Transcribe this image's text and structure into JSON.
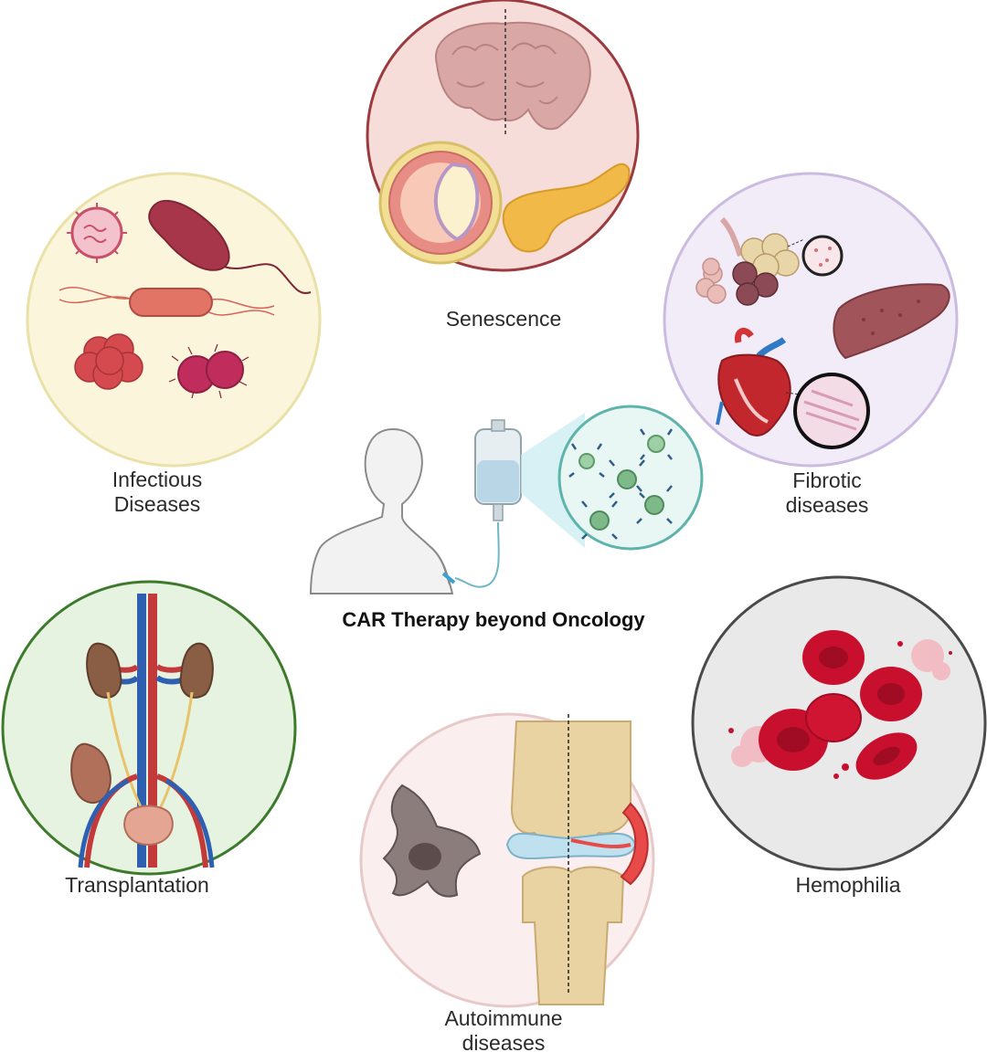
{
  "title": "CAR Therapy beyond Oncology",
  "panels": {
    "senescence": {
      "label": "Senescence",
      "fill": "#f6ddd9",
      "border": "#9b3a3f"
    },
    "infectious": {
      "line1": "Infectious",
      "line2": "Diseases",
      "fill": "#fbf5dc",
      "border": "#e9e1a8"
    },
    "fibrotic": {
      "line1": "Fibrotic",
      "line2": "diseases",
      "fill": "#f1ecf8",
      "border": "#cbbbe0"
    },
    "transplantation": {
      "label": "Transplantation",
      "fill": "#e6f3e0",
      "border": "#3e7a2c"
    },
    "hemophilia": {
      "label": "Hemophilia",
      "fill": "#e9e9e9",
      "border": "#4a4a4a"
    },
    "autoimmune": {
      "line1": "Autoimmune",
      "line2": "diseases",
      "fill": "#fbeeee",
      "border": "#e8c9c9"
    },
    "car_t_cells": {
      "fill": "#e8f6f4",
      "border": "#5eb4ab"
    }
  }
}
